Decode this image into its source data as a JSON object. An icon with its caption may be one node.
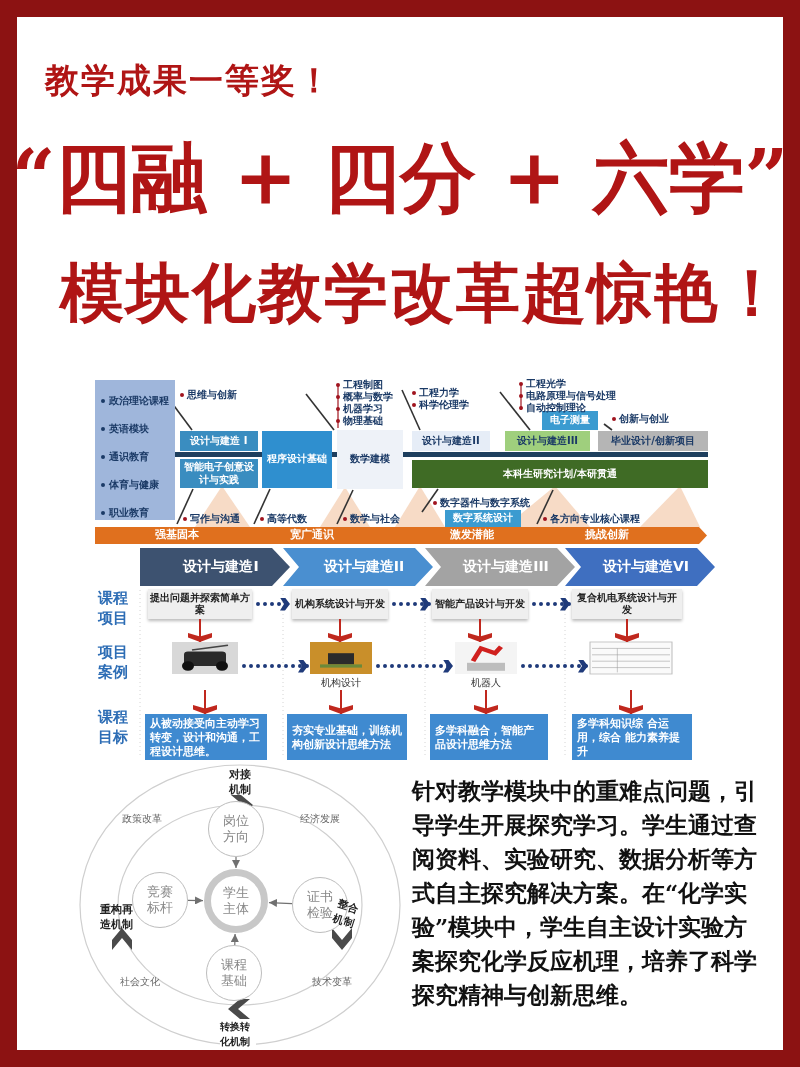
{
  "diagram": {
    "title": "“四融 + 四分 + 六学”",
    "nodes": [
      {
        "text": [
          "政治理论课程",
          "英语模块",
          "通识教育",
          "体育与健康",
          "职业教育"
        ]
      },
      {
        "text": [
          "设计与建造 I"
        ]
      },
      {
        "text": [
          "智能电子创意设计与实践"
        ]
      },
      {
        "text": [
          "程序设计基础"
        ]
      },
      {
        "text": [
          "数学建模"
        ]
      },
      {
        "text": [
          "设计与建造II"
        ]
      },
      {
        "text": [
          "设计与建造III"
        ]
      },
      {
        "text": [
          "电子测量"
        ]
      },
      {
        "text": [
          "毕业设计/创新项目"
        ]
      },
      {
        "text": [
          "本科生研究计划/本研贯通"
        ]
      },
      {
        "text": [
          "数字系统设计"
        ]
      },
      {
        "text": [
          "强基固本",
          "宽广通识",
          "激发潜能",
          "挑战创新"
        ]
      },
      {
        "text": [
          "设计与建造I"
        ]
      },
      {
        "text": [
          "设计与建造II"
        ]
      },
      {
        "text": [
          "设计与建造III"
        ]
      },
      {
        "text": [
          "设计与建造VI"
        ]
      },
      {
        "text": [
          "提出问题并探索简单方案"
        ]
      },
      {
        "text": [
          "机构系统设计与开发"
        ]
      },
      {
        "text": [
          "智能产品设计与开发"
        ]
      },
      {
        "text": [
          "复合机电系统设计与开发"
        ]
      },
      {
        "text": [],
        "shape": "picture"
      },
      {
        "text": [],
        "shape": "picture",
        "beside": [
          "机构设计"
        ]
      },
      {
        "text": [],
        "shape": "picture",
        "beside": [
          "机器人"
        ]
      },
      {
        "text": [],
        "shape": "picture"
      },
      {
        "text": [
          "从被动接受向主动学习转变，设计和沟通，工程设计思维。"
        ]
      },
      {
        "text": [
          "夯实专业基础，训练机构创新设计思维方法"
        ]
      },
      {
        "text": [
          "多学科融合，智能产品设计思维方法"
        ]
      },
      {
        "text": [
          "多学科知识综 合运用，综合 能力素养提升"
        ]
      },
      {
        "text": [
          "学生主体"
        ]
      },
      {
        "text": [
          "岗位方向"
        ]
      },
      {
        "text": [
          "竞赛标杆"
        ]
      },
      {
        "text": [
          "证书检验"
        ]
      },
      {
        "text": [
          "课程基础"
        ]
      }
    ],
    "edges": [
      {
        "from": 16,
        "to": 17,
        "arrow": "to",
        "style": "dashed",
        "color": "#1f3a7a"
      },
      {
        "from": 17,
        "to": 18,
        "arrow": "to",
        "style": "dashed",
        "color": "#1f3a7a"
      },
      {
        "from": 18,
        "to": 19,
        "arrow": "to",
        "style": "dashed",
        "color": "#1f3a7a"
      },
      {
        "from": 20,
        "to": 21,
        "arrow": "to",
        "style": "dashed",
        "color": "#1f3a7a"
      },
      {
        "from": 21,
        "to": 22,
        "arrow": "to",
        "style": "dashed",
        "color": "#1f3a7a"
      },
      {
        "from": 22,
        "to": 23,
        "arrow": "to",
        "style": "dashed",
        "color": "#1f3a7a"
      },
      {
        "from": 16,
        "to": 20,
        "arrow": "to"
      },
      {
        "from": 20,
        "to": 24,
        "arrow": "to"
      },
      {
        "from": 17,
        "to": 21,
        "arrow": "to"
      },
      {
        "from": 21,
        "to": 25,
        "arrow": "to"
      },
      {
        "from": 18,
        "to": 22,
        "arrow": "to"
      },
      {
        "from": 22,
        "to": 26,
        "arrow": "to"
      },
      {
        "from": 19,
        "to": 23,
        "arrow": "to"
      },
      {
        "from": 23,
        "to": 27,
        "arrow": "to"
      },
      {
        "from": 29,
        "to": 28,
        "arrow": "to",
        "color": "#707070"
      },
      {
        "from": 30,
        "to": 28,
        "arrow": "to",
        "color": "#707070"
      },
      {
        "from": 31,
        "to": 28,
        "arrow": "to",
        "color": "#707070"
      },
      {
        "from": 32,
        "to": 28,
        "arrow": "to",
        "color": "#707070"
      }
    ],
    "labels": [
      "教学成果一等奖！",
      "模块化教学改革超惊艳！",
      "思维与创新",
      "工程制图",
      "概率与数学",
      "机器学习",
      "物理基础",
      "工程力学",
      "科学伦理学",
      "工程光学",
      "电路原理与信号处理",
      "自动控制理论",
      "创新与创业",
      "写作与沟通",
      "高等代数",
      "数学与社会",
      "数字器件与数字系统",
      "各方向专业核心课程",
      "课程项目",
      "项目案例",
      "课程目标",
      "对接机制",
      "政策改革",
      "经济发展",
      "重构再造机制",
      "整合机制",
      "社会文化",
      "技术变革",
      "转换转化机制",
      "针对教学模块中的重难点问题，引导学生开展探究学习。学生通过查阅资料、实验研究、数据分析等方式自主探究解决方案。在“化学实验”模块中，学生自主设计实验方案探究化学反应机理，培养了科学探究精神与创新思维。"
    ]
  }
}
